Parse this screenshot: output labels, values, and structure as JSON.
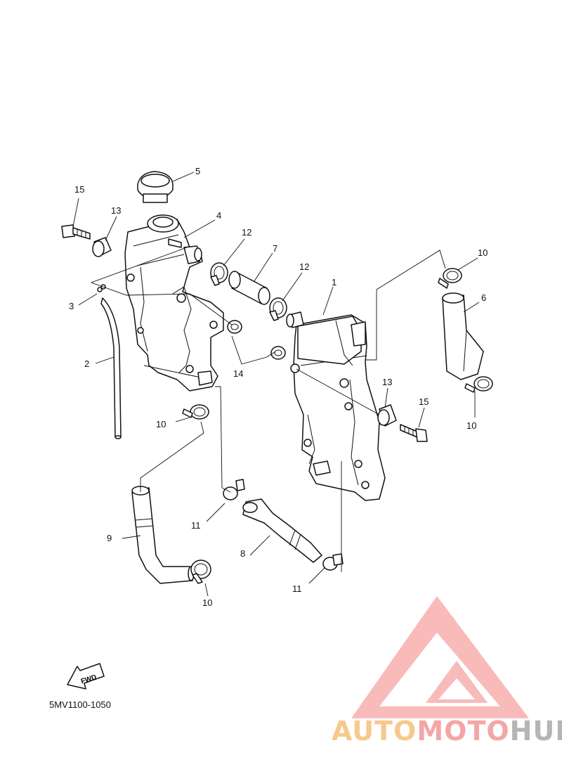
{
  "callouts": [
    {
      "id": "c1",
      "text": "1"
    },
    {
      "id": "c2",
      "text": "2"
    },
    {
      "id": "c3",
      "text": "3"
    },
    {
      "id": "c4",
      "text": "4"
    },
    {
      "id": "c5",
      "text": "5"
    },
    {
      "id": "c6",
      "text": "6"
    },
    {
      "id": "c7",
      "text": "7"
    },
    {
      "id": "c8",
      "text": "8"
    },
    {
      "id": "c9",
      "text": "9"
    },
    {
      "id": "c10a",
      "text": "10"
    },
    {
      "id": "c10b",
      "text": "10"
    },
    {
      "id": "c10c",
      "text": "10"
    },
    {
      "id": "c10d",
      "text": "10"
    },
    {
      "id": "c11a",
      "text": "11"
    },
    {
      "id": "c11b",
      "text": "11"
    },
    {
      "id": "c12a",
      "text": "12"
    },
    {
      "id": "c12b",
      "text": "12"
    },
    {
      "id": "c13a",
      "text": "13"
    },
    {
      "id": "c13b",
      "text": "13"
    },
    {
      "id": "c14",
      "text": "14"
    },
    {
      "id": "c15a",
      "text": "15"
    },
    {
      "id": "c15b",
      "text": "15"
    }
  ],
  "fwd_label": "FWD",
  "diagram_code": "5MV1100-1050",
  "watermark": {
    "part1": "AUTO",
    "part2": "MOTO",
    "part3": "HUB"
  },
  "colors": {
    "watermark_orange": "#f6c98d",
    "watermark_red": "#f4a6a6",
    "watermark_grey": "#b5b5b5"
  }
}
